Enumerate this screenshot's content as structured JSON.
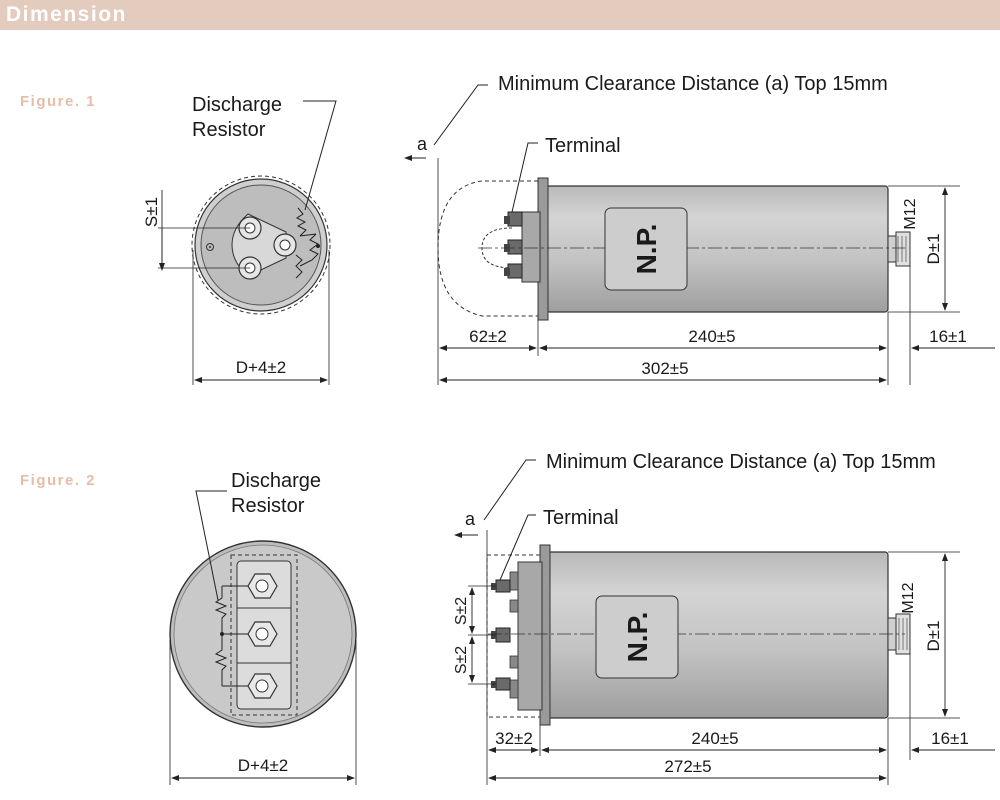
{
  "header": {
    "title": "Dimension"
  },
  "figure1": {
    "label": "Figure. 1",
    "discharge_label": [
      "Discharge",
      "Resistor"
    ],
    "clearance_note": "Minimum Clearance Distance (a) Top 15mm",
    "a_label": "a",
    "terminal_label": "Terminal",
    "plate_text": "N.P.",
    "thread_label": "M12",
    "diameter_label": "D±1",
    "spacing_label": "S±1",
    "outer_diameter_label": "D+4±2",
    "dim_left": "62±2",
    "dim_body": "240±5",
    "dim_stud": "16±1",
    "dim_total": "302±5"
  },
  "figure2": {
    "label": "Figure. 2",
    "discharge_label": [
      "Discharge",
      "Resistor"
    ],
    "clearance_note": "Minimum Clearance Distance (a) Top 15mm",
    "a_label": "a",
    "terminal_label": "Terminal",
    "plate_text": "N.P.",
    "thread_label": "M12",
    "diameter_label": "D±1",
    "spacing_label_1": "S±2",
    "spacing_label_2": "S±2",
    "outer_diameter_label": "D+4±2",
    "dim_left": "32±2",
    "dim_body": "240±5",
    "dim_stud": "16±1",
    "dim_total": "272±5"
  }
}
